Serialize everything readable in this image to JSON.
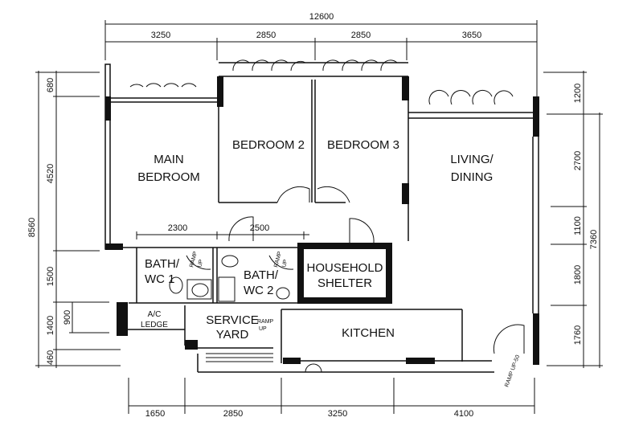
{
  "dimensions": {
    "top_overall": "12600",
    "top": [
      "3250",
      "2850",
      "2850",
      "3650"
    ],
    "left_overall": "8560",
    "left": [
      "680",
      "4520",
      "1500",
      "1400",
      "460"
    ],
    "left_inner": "900",
    "right": [
      "1200",
      "2700",
      "1100",
      "1800",
      "1760"
    ],
    "right_overall": "7360",
    "bottom": [
      "1650",
      "2850",
      "3250",
      "4100"
    ],
    "corridor": [
      "2300",
      "2500"
    ]
  },
  "rooms": {
    "main_bedroom": [
      "MAIN",
      "BEDROOM"
    ],
    "bedroom2": "BEDROOM 2",
    "bedroom3": "BEDROOM 3",
    "living": [
      "LIVING/",
      "DINING"
    ],
    "bath1": [
      "BATH/",
      "WC 1"
    ],
    "bath2": [
      "BATH/",
      "WC 2"
    ],
    "shelter": [
      "HOUSEHOLD",
      "SHELTER"
    ],
    "ac_ledge": [
      "A/C",
      "LEDGE"
    ],
    "service_yard": [
      "SERVICE",
      "YARD"
    ],
    "kitchen": "KITCHEN",
    "ramp": [
      "RAMP",
      "UP"
    ],
    "entrance_ramp": "RAMP UP-50"
  }
}
